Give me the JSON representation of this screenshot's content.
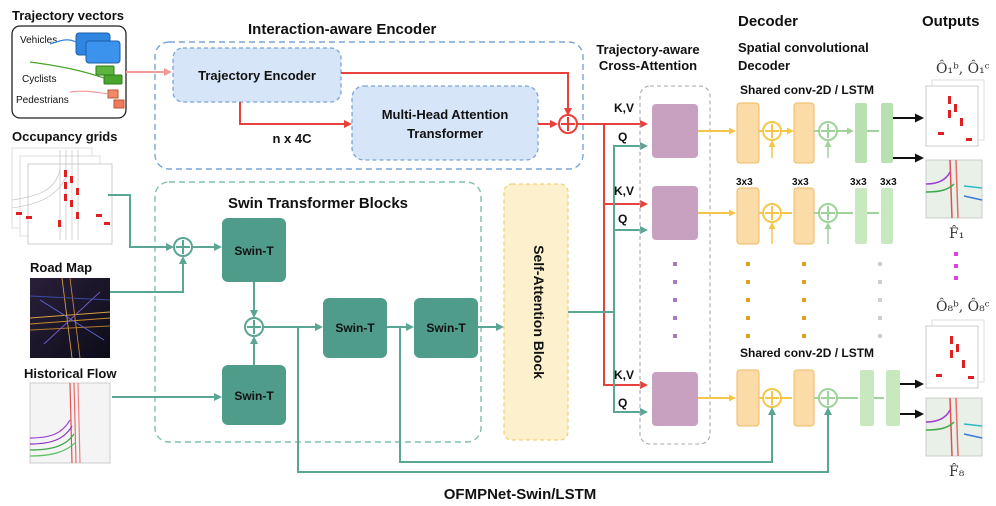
{
  "inputs": {
    "trajectory_vectors": "Trajectory vectors",
    "vehicles": "Vehicles",
    "cyclists": "Cyclists",
    "pedestrians": "Pedestrians",
    "occupancy_grids": "Occupancy grids",
    "road_map": "Road Map",
    "historical_flow": "Historical Flow"
  },
  "encoder": {
    "title": "Interaction-aware Encoder",
    "trajectory_encoder": "Trajectory Encoder",
    "mha_line1": "Multi-Head Attention",
    "mha_line2": "Transformer",
    "repeat": "n x 4C"
  },
  "swin": {
    "title": "Swin Transformer Blocks",
    "block_label": "Swin-T"
  },
  "self_attention": "Self-Attention Block",
  "cross_attention": {
    "line1": "Trajectory-aware",
    "line2": "Cross-Attention",
    "kv": "K,V",
    "q": "Q"
  },
  "decoder": {
    "title": "Decoder",
    "sub1": "Spatial convolutional",
    "sub2": "Decoder",
    "shared": "Shared conv-2D / LSTM",
    "kernel": "3x3"
  },
  "outputs": {
    "title": "Outputs",
    "o1": "Ô₁ᵇ, Ô₁ᶜ",
    "f1": "F̂₁",
    "o8": "Ô₈ᵇ, Ô₈ᶜ",
    "f8": "F̂₈"
  },
  "footer": "OFMPNet-Swin/LSTM",
  "colors": {
    "red_flow": "#e8413c",
    "teal_flow": "#5aa594",
    "swin_block": "#4f9c8b",
    "attention": "#c8a0c0",
    "decoder_block": "#fbdca8",
    "green_block": "#c8e8c0",
    "encoder_box": "#d6e6f8",
    "self_attention": "#fdf1cd"
  }
}
